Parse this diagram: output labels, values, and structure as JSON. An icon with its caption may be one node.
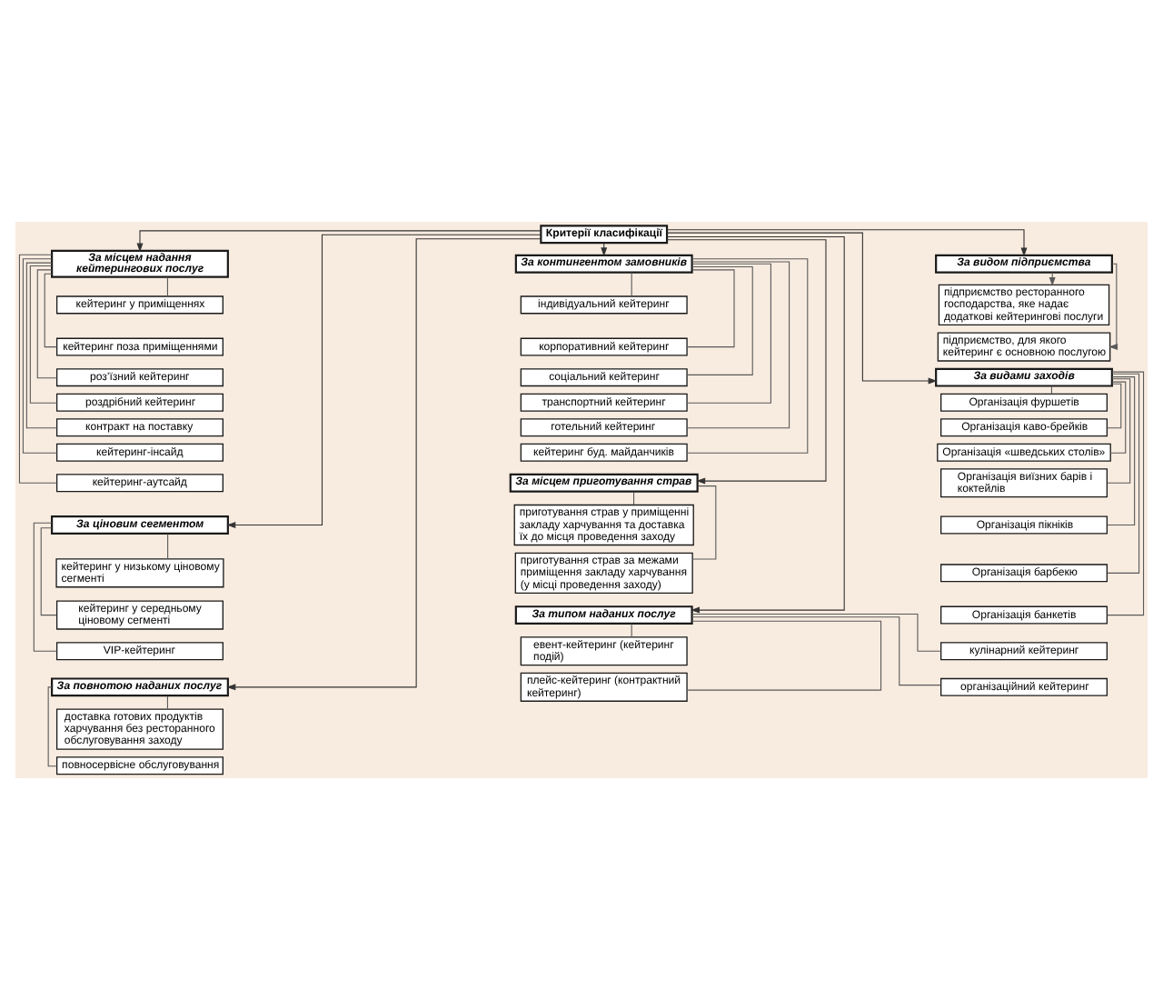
{
  "diagram": {
    "nodes": [
      {
        "text": [
          "Критерії класифікації"
        ]
      },
      {
        "text": [
          "За місцем надання кейтерингових послуг"
        ]
      },
      {
        "text": [
          "кейтеринг у приміщеннях"
        ]
      },
      {
        "text": [
          "кейтеринг поза приміщеннями"
        ]
      },
      {
        "text": [
          "роз’їзний кейтеринг"
        ]
      },
      {
        "text": [
          "роздрібний кейтеринг"
        ]
      },
      {
        "text": [
          "контракт на поставку"
        ]
      },
      {
        "text": [
          "кейтеринг-інсайд"
        ]
      },
      {
        "text": [
          "кейтеринг-аутсайд"
        ]
      },
      {
        "text": [
          "За контингентом замовників"
        ]
      },
      {
        "text": [
          "індивідуальний кейтеринг"
        ]
      },
      {
        "text": [
          "корпоративний кейтеринг"
        ]
      },
      {
        "text": [
          "соціальний кейтеринг"
        ]
      },
      {
        "text": [
          "транспортний кейтеринг"
        ]
      },
      {
        "text": [
          "готельний кейтеринг"
        ]
      },
      {
        "text": [
          "кейтеринг буд. майданчиків"
        ]
      },
      {
        "text": [
          "За видом підприємства"
        ]
      },
      {
        "text": [
          "підприємство ресторанного господарства, яке надає додаткові кейтерингові послуги"
        ]
      },
      {
        "text": [
          "підприємство, для якого кейтеринг є основною послугою"
        ]
      },
      {
        "text": [
          "За місцем приготування страв"
        ]
      },
      {
        "text": [
          "приготування страв у приміщенні закладу харчування та доставка їх до місця проведення заходу"
        ]
      },
      {
        "text": [
          "приготування страв за межами приміщення закладу харчування (у місці проведення заходу)"
        ]
      },
      {
        "text": [
          "За ціновим сегментом"
        ]
      },
      {
        "text": [
          "кейтеринг у низькому ціновому сегменті"
        ]
      },
      {
        "text": [
          "кейтеринг у середньому ціновому сегменті"
        ]
      },
      {
        "text": [
          "VIP-кейтеринг"
        ]
      },
      {
        "text": [
          "За видами заходів"
        ]
      },
      {
        "text": [
          "Організація фуршетів"
        ]
      },
      {
        "text": [
          "Організація каво-брейків"
        ]
      },
      {
        "text": [
          "Організація «шведських столів»"
        ]
      },
      {
        "text": [
          "Організація виїзних барів і коктейлів"
        ]
      },
      {
        "text": [
          "Організація пікніків"
        ]
      },
      {
        "text": [
          "Організація барбекю"
        ]
      },
      {
        "text": [
          "Організація банкетів"
        ]
      },
      {
        "text": [
          "За повнотою наданих послуг"
        ]
      },
      {
        "text": [
          "доставка готових продуктів харчування без ресторанного обслуговування заходу"
        ]
      },
      {
        "text": [
          "повносервісне обслуговування"
        ]
      },
      {
        "text": [
          "За типом наданих послуг"
        ]
      },
      {
        "text": [
          "евент-кейтеринг (кейтеринг подій)"
        ]
      },
      {
        "text": [
          "плейс-кейтеринг (контрактний кейтеринг)"
        ]
      },
      {
        "text": [
          "кулінарний кейтеринг"
        ]
      },
      {
        "text": [
          "організаційний кейтеринг"
        ]
      }
    ],
    "edges": [
      {
        "from": 0,
        "to": 1,
        "arrow": "to"
      },
      {
        "from": 0,
        "to": 9,
        "arrow": "to"
      },
      {
        "from": 0,
        "to": 16,
        "arrow": "to"
      },
      {
        "from": 0,
        "to": 19,
        "arrow": "to"
      },
      {
        "from": 0,
        "to": 22,
        "arrow": "to"
      },
      {
        "from": 0,
        "to": 26,
        "arrow": "to"
      },
      {
        "from": 0,
        "to": 34,
        "arrow": "to"
      },
      {
        "from": 0,
        "to": 37,
        "arrow": "to"
      },
      {
        "from": 1,
        "to": 2,
        "arrow": "none"
      },
      {
        "from": 1,
        "to": 3,
        "arrow": "none"
      },
      {
        "from": 1,
        "to": 4,
        "arrow": "none"
      },
      {
        "from": 1,
        "to": 5,
        "arrow": "none"
      },
      {
        "from": 1,
        "to": 6,
        "arrow": "none"
      },
      {
        "from": 1,
        "to": 7,
        "arrow": "none"
      },
      {
        "from": 1,
        "to": 8,
        "arrow": "none"
      },
      {
        "from": 9,
        "to": 10,
        "arrow": "none"
      },
      {
        "from": 9,
        "to": 11,
        "arrow": "none"
      },
      {
        "from": 9,
        "to": 12,
        "arrow": "none"
      },
      {
        "from": 9,
        "to": 13,
        "arrow": "none"
      },
      {
        "from": 9,
        "to": 14,
        "arrow": "none"
      },
      {
        "from": 9,
        "to": 15,
        "arrow": "none"
      },
      {
        "from": 16,
        "to": 17,
        "arrow": "to"
      },
      {
        "from": 16,
        "to": 18,
        "arrow": "to"
      },
      {
        "from": 19,
        "to": 20,
        "arrow": "none"
      },
      {
        "from": 19,
        "to": 21,
        "arrow": "none"
      },
      {
        "from": 22,
        "to": 23,
        "arrow": "none"
      },
      {
        "from": 22,
        "to": 24,
        "arrow": "none"
      },
      {
        "from": 22,
        "to": 25,
        "arrow": "none"
      },
      {
        "from": 26,
        "to": 27,
        "arrow": "none"
      },
      {
        "from": 26,
        "to": 28,
        "arrow": "none"
      },
      {
        "from": 26,
        "to": 29,
        "arrow": "none"
      },
      {
        "from": 26,
        "to": 30,
        "arrow": "none"
      },
      {
        "from": 26,
        "to": 31,
        "arrow": "none"
      },
      {
        "from": 26,
        "to": 32,
        "arrow": "none"
      },
      {
        "from": 26,
        "to": 33,
        "arrow": "none"
      },
      {
        "from": 34,
        "to": 35,
        "arrow": "none"
      },
      {
        "from": 34,
        "to": 36,
        "arrow": "none"
      },
      {
        "from": 37,
        "to": 38,
        "arrow": "none"
      },
      {
        "from": 37,
        "to": 39,
        "arrow": "none"
      },
      {
        "from": 37,
        "to": 40,
        "arrow": "none"
      },
      {
        "from": 37,
        "to": 41,
        "arrow": "none"
      }
    ]
  }
}
